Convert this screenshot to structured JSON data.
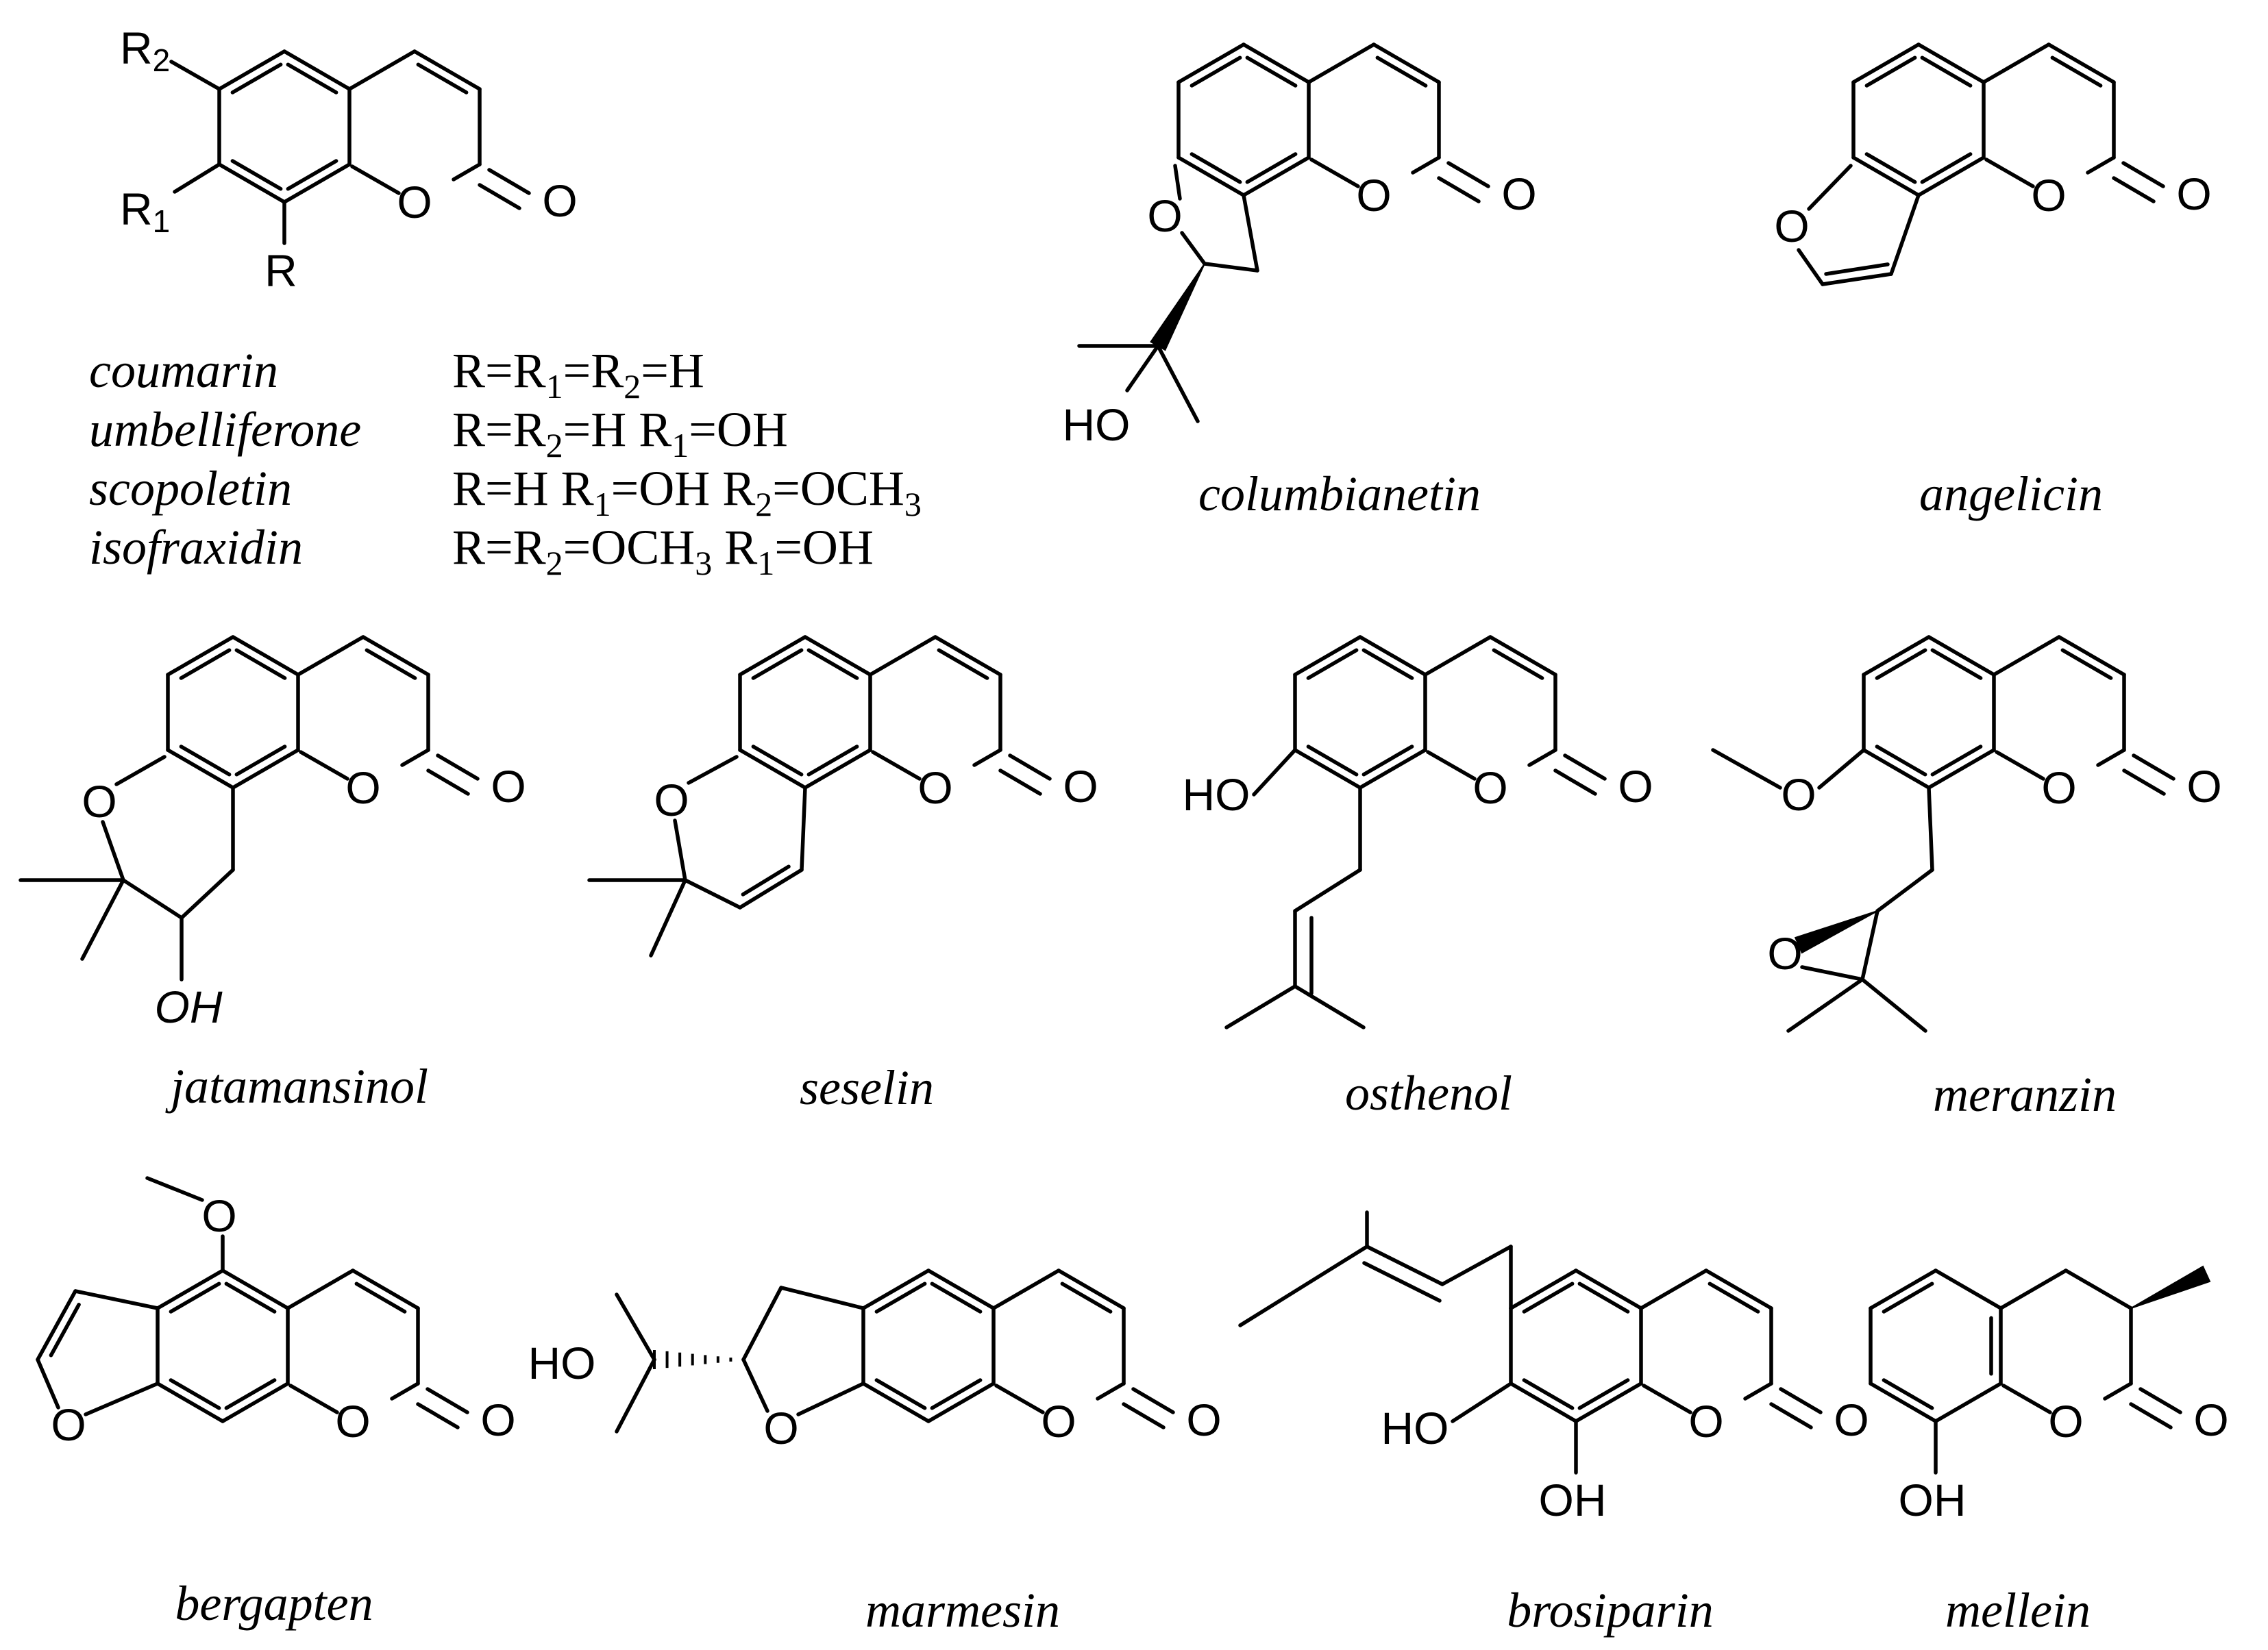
{
  "figure": {
    "compounds": [
      {
        "id": "coumarin_general",
        "labels": {
          "r2": "R",
          "r2_sub": "2",
          "r1": "R",
          "r1_sub": "1",
          "r": "R",
          "o_ring": "O",
          "o_carbonyl": "O"
        }
      },
      {
        "id": "columbianetin",
        "name": "columbianetin",
        "labels": {
          "o_furan": "O",
          "o_ring": "O",
          "o_carbonyl": "O",
          "ho": "HO"
        }
      },
      {
        "id": "angelicin",
        "name": "angelicin",
        "labels": {
          "o_furan": "O",
          "o_ring": "O",
          "o_carbonyl": "O"
        }
      },
      {
        "id": "jatamansinol",
        "name": "jatamansinol",
        "labels": {
          "o_pyran": "O",
          "o_ring": "O",
          "o_carbonyl": "O",
          "oh": "OH"
        }
      },
      {
        "id": "seselin",
        "name": "seselin",
        "labels": {
          "o_pyran": "O",
          "o_ring": "O",
          "o_carbonyl": "O"
        }
      },
      {
        "id": "osthenol",
        "name": "osthenol",
        "labels": {
          "ho": "HO",
          "o_ring": "O",
          "o_carbonyl": "O"
        }
      },
      {
        "id": "meranzin",
        "name": "meranzin",
        "labels": {
          "o_methoxy": "O",
          "o_ring": "O",
          "o_carbonyl": "O",
          "o_epoxide": "O"
        }
      },
      {
        "id": "bergapten",
        "name": "bergapten",
        "labels": {
          "o_methoxy": "O",
          "o_furan": "O",
          "o_ring": "O",
          "o_carbonyl": "O"
        }
      },
      {
        "id": "marmesin",
        "name": "marmesin",
        "labels": {
          "ho": "HO",
          "o_furan": "O",
          "o_ring": "O",
          "o_carbonyl": "O"
        }
      },
      {
        "id": "brosiparin",
        "name": "brosiparin",
        "labels": {
          "ho": "HO",
          "oh": "OH",
          "o_ring": "O",
          "o_carbonyl": "O"
        }
      },
      {
        "id": "mellein",
        "name": "mellein",
        "labels": {
          "oh": "OH",
          "o_ring": "O",
          "o_carbonyl": "O"
        }
      }
    ],
    "substitution_table": [
      {
        "name": "coumarin",
        "formula": [
          [
            "R=R",
            ""
          ],
          [
            "1",
            "sub"
          ],
          [
            "=R",
            ""
          ],
          [
            "2",
            "sub"
          ],
          [
            "=H",
            ""
          ]
        ]
      },
      {
        "name": "umbelliferone",
        "formula": [
          [
            "R=R",
            ""
          ],
          [
            "2",
            "sub"
          ],
          [
            "=H R",
            ""
          ],
          [
            "1",
            "sub"
          ],
          [
            "=OH",
            ""
          ]
        ]
      },
      {
        "name": "scopoletin",
        "formula": [
          [
            "R=H  R",
            ""
          ],
          [
            "1",
            "sub"
          ],
          [
            "=OH R",
            ""
          ],
          [
            "2",
            "sub"
          ],
          [
            "=OCH",
            ""
          ],
          [
            "3",
            "sub"
          ]
        ]
      },
      {
        "name": "isofraxidin",
        "formula": [
          [
            "R=R",
            ""
          ],
          [
            "2",
            "sub"
          ],
          [
            "=OCH",
            ""
          ],
          [
            "3",
            "sub"
          ],
          [
            " R",
            ""
          ],
          [
            "1",
            "sub"
          ],
          [
            "=OH",
            ""
          ]
        ]
      }
    ]
  }
}
